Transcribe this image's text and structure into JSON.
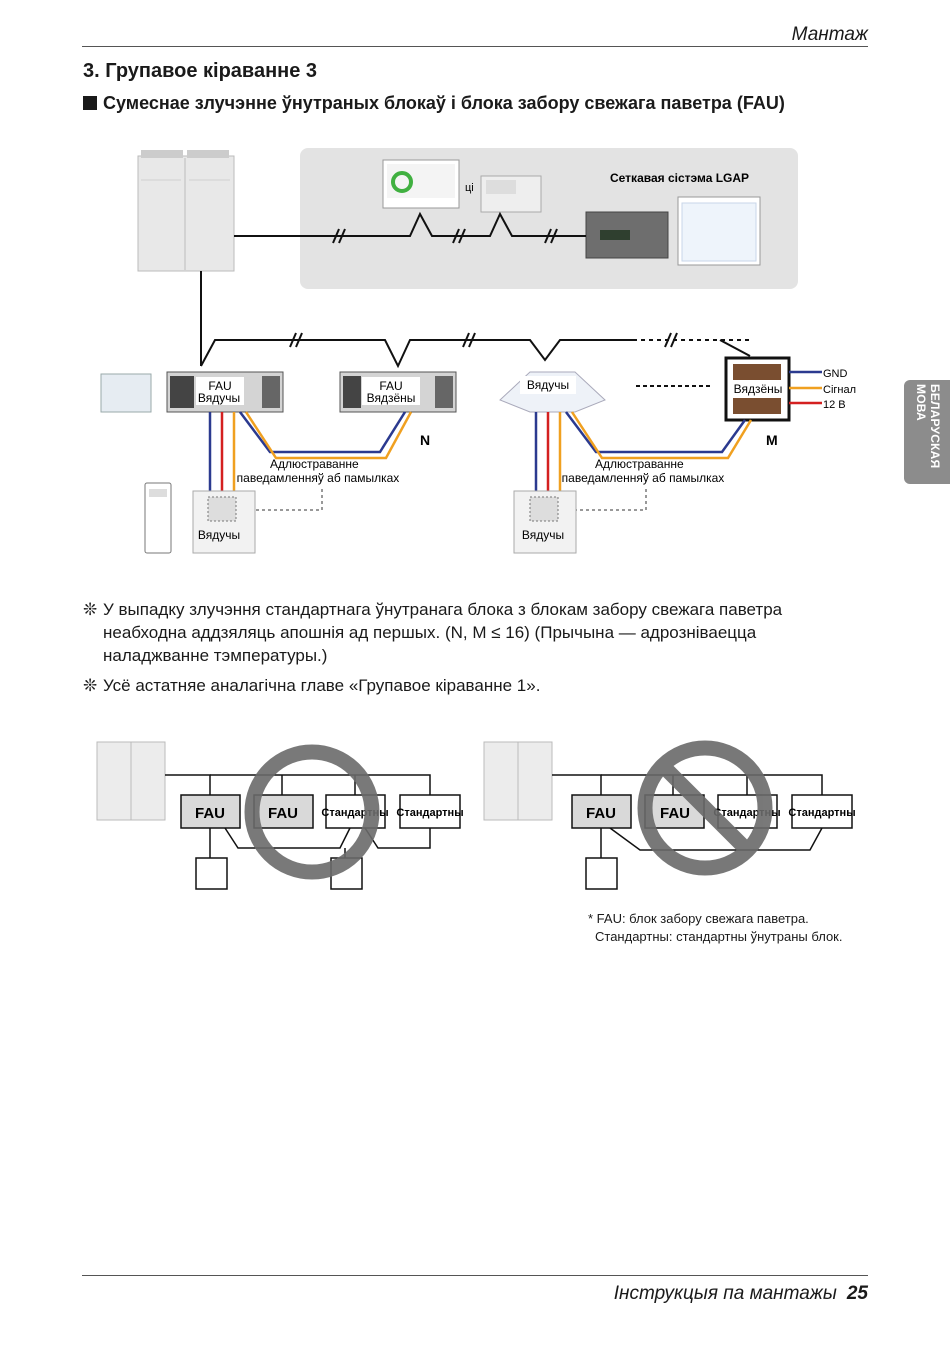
{
  "header": {
    "section": "Мантаж"
  },
  "heading": {
    "number_title": "3. Групавое кіраванне 3"
  },
  "subheading": {
    "text": "Сумеснае злучэнне ўнутраных блокаў і блока забору свежага паветра (FAU)"
  },
  "side_tab": {
    "text": "БЕЛАРУСКАЯ МОВА"
  },
  "diagram": {
    "lgap_label": "Сеткавая сістэма LGAP",
    "or_label": "ці",
    "unit1_fau": "FAU",
    "unit1_role": "Вядучы",
    "unit2_fau": "FAU",
    "unit2_role": "Вядзёны",
    "cassette_role": "Вядучы",
    "last_role": "Вядзёны",
    "wire_gnd": "GND",
    "wire_signal": "Сігнал",
    "wire_12v": "12 В",
    "label_n": "N",
    "label_m": "M",
    "error_display_1": "Адлюстраванне\nпаведамленняў аб памылках",
    "error_display_2": "Адлюстраванне\nпаведамленняў аб памылках",
    "remote1_role": "Вядучы",
    "remote2_role": "Вядучы",
    "colors": {
      "gnd": "#2b3a8f",
      "signal": "#d42020",
      "v12": "#f0a020",
      "panel_bg": "#e3e3e3"
    }
  },
  "notes": [
    {
      "mark": "❊",
      "text": "У выпадку злучэння стандартнага ўнутранага блока з блокам забору свежага паветра неабходна аддзяляць апошнія ад першых. (N, M ≤ 16) (Прычына — адрозніваецца наладжванне тэмпературы.)"
    },
    {
      "mark": "❊",
      "text": "Усё астатняе аналагічна главе «Групавое кіраванне 1»."
    }
  ],
  "comparison": {
    "left": {
      "boxes": [
        "FAU",
        "FAU",
        "Стандартны",
        "Стандартны"
      ],
      "symbol": "allowed-circle-icon"
    },
    "right": {
      "boxes": [
        "FAU",
        "FAU",
        "Стандартны",
        "Стандартны"
      ],
      "symbol": "prohibited-icon"
    }
  },
  "footnote": {
    "line1": "* FAU: блок забору свежага паветра.",
    "line2": "Стандартны: стандартны ўнутраны блок."
  },
  "footer": {
    "title": "Інструкцыя па мантажы",
    "page": "25"
  }
}
